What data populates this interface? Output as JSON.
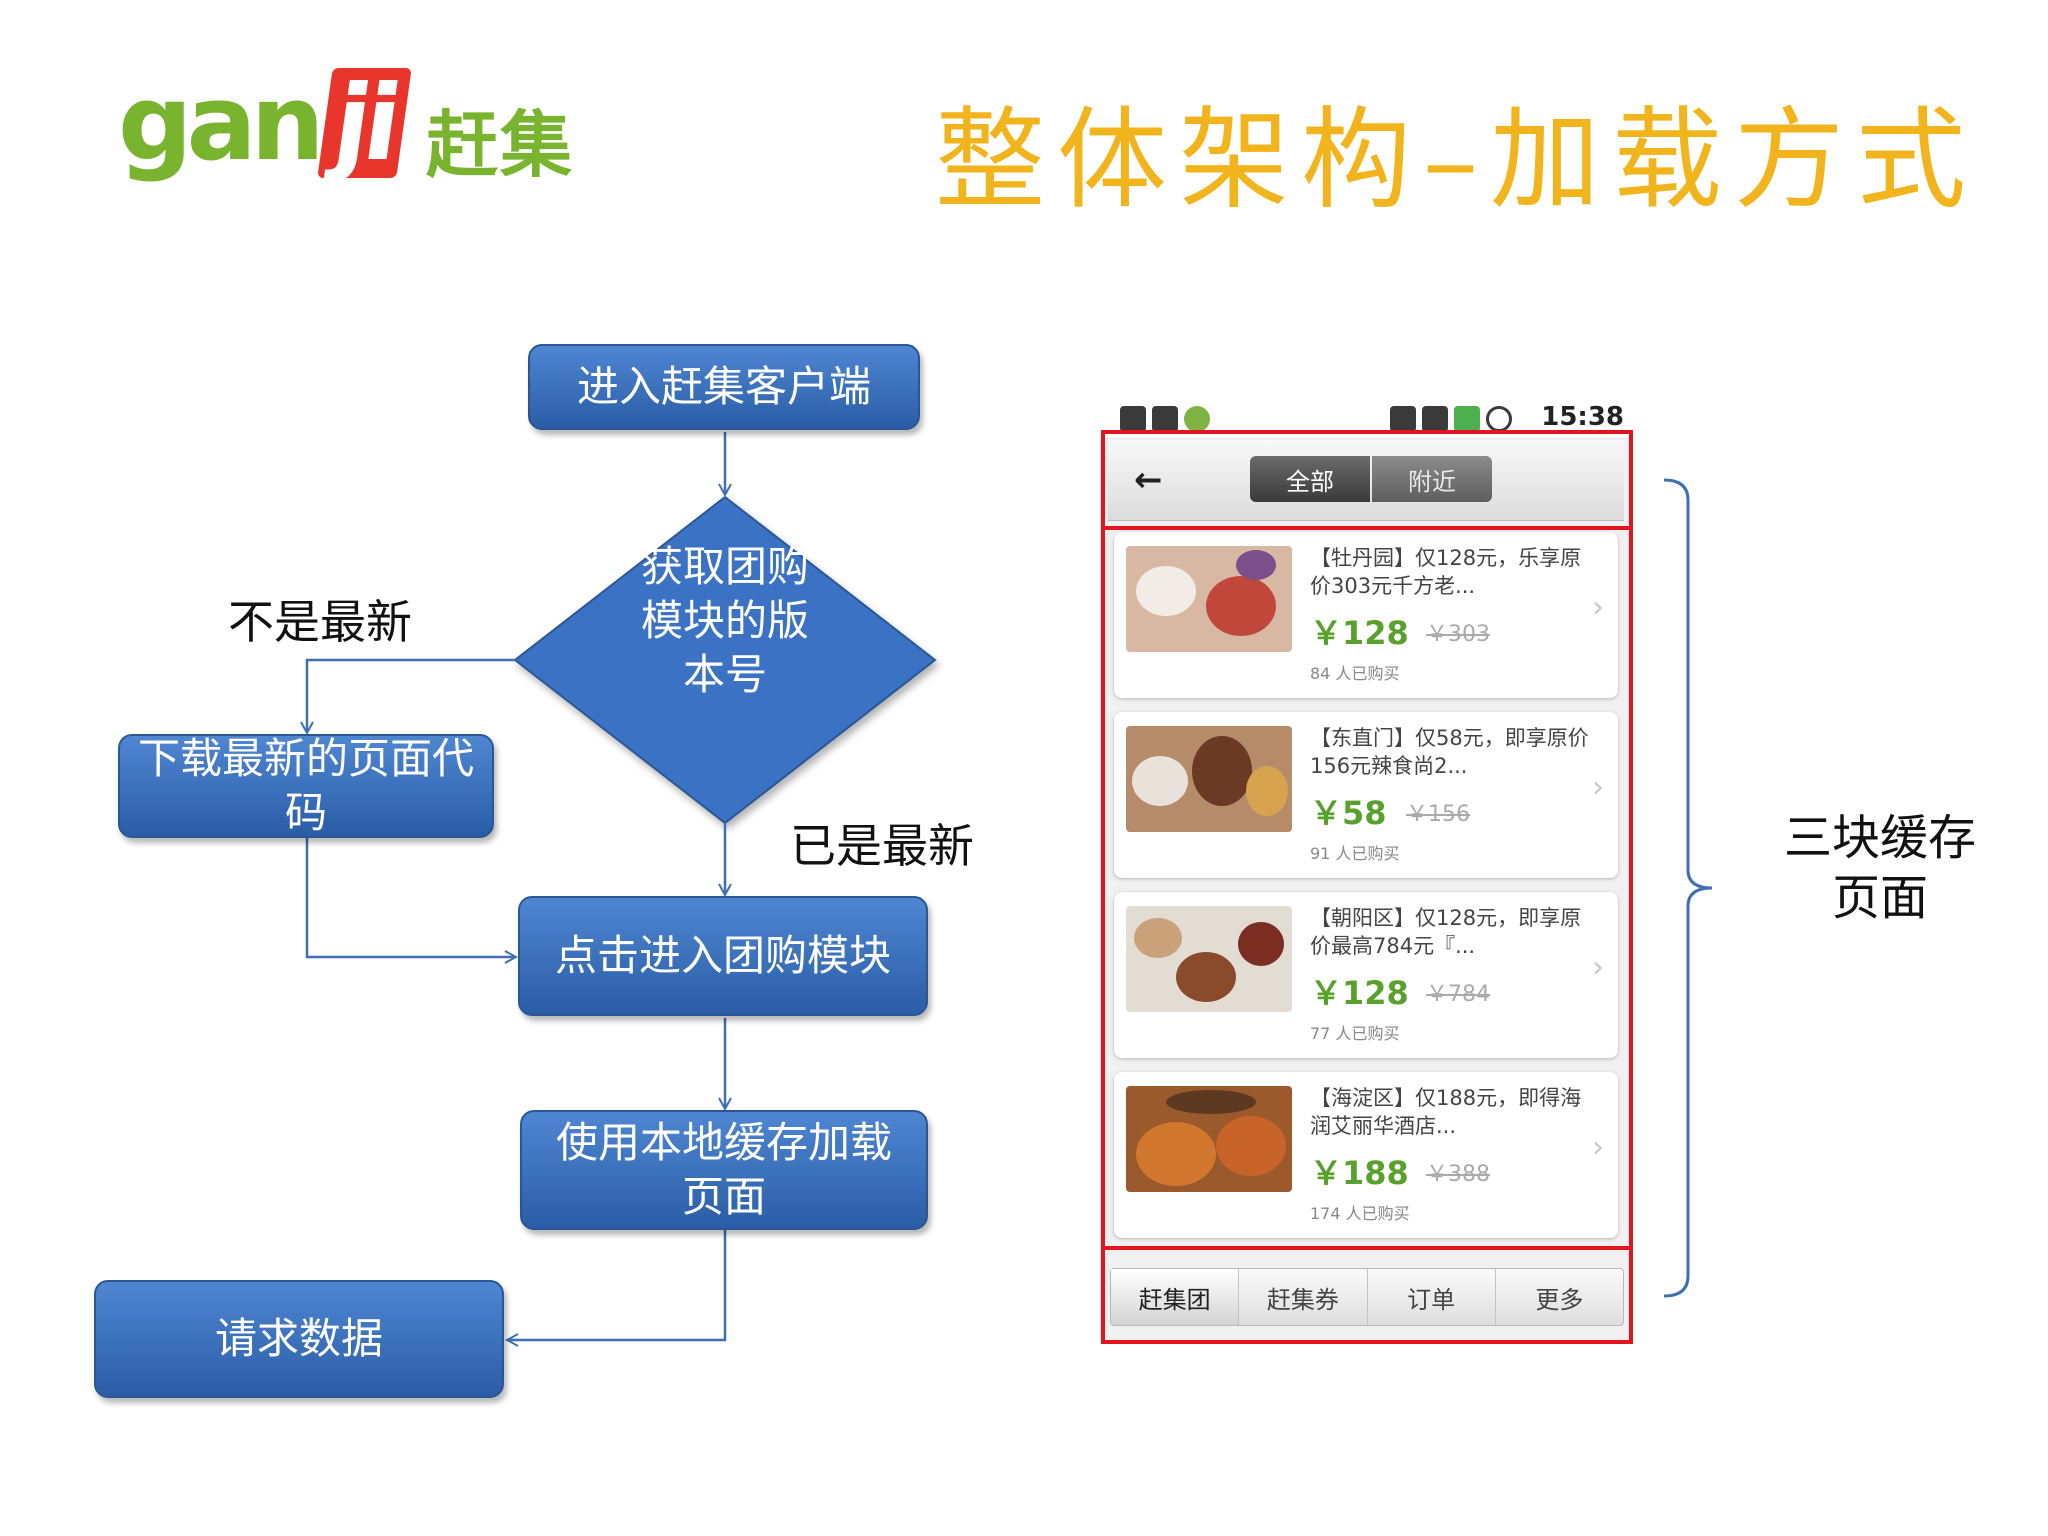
{
  "logo": {
    "latin_main": "gan",
    "latin_accent": "ji",
    "cn": "赶集"
  },
  "title": "整体架构–加载方式",
  "flowchart": {
    "box_enter_client": "进入赶集客户端",
    "diamond_get_version": "获取团购模块的版本号",
    "box_download_code": "下载最新的页面代码",
    "box_enter_groupbuy": "点击进入团购模块",
    "box_load_cache": "使用本地缓存加载页面",
    "box_request_data": "请求数据",
    "label_not_latest": "不是最新",
    "label_is_latest": "已是最新"
  },
  "phone": {
    "status_time": "15:38",
    "segment_all": "全部",
    "segment_nearby": "附近",
    "deals": [
      {
        "title": "【牡丹园】仅128元，乐享原价303元千方老...",
        "price": "￥128",
        "original": "￥303",
        "buyers": "84 人已购买"
      },
      {
        "title": "【东直门】仅58元，即享原价156元辣食尚2...",
        "price": "￥58",
        "original": "￥156",
        "buyers": "91 人已购买"
      },
      {
        "title": "【朝阳区】仅128元，即享原价最高784元『...",
        "price": "￥128",
        "original": "￥784",
        "buyers": "77 人已购买"
      },
      {
        "title": "【海淀区】仅188元，即得海润艾丽华酒店...",
        "price": "￥188",
        "original": "￥388",
        "buyers": "174 人已购买"
      }
    ],
    "tabs": [
      "赶集团",
      "赶集券",
      "订单",
      "更多"
    ]
  },
  "cache_label": "三块缓存页面",
  "colors": {
    "box_blue": "#3b72c4",
    "title_gold": "#f2b41c",
    "highlight_red": "#e4141e",
    "price_green": "#5aa02c",
    "logo_green": "#78b42e"
  }
}
